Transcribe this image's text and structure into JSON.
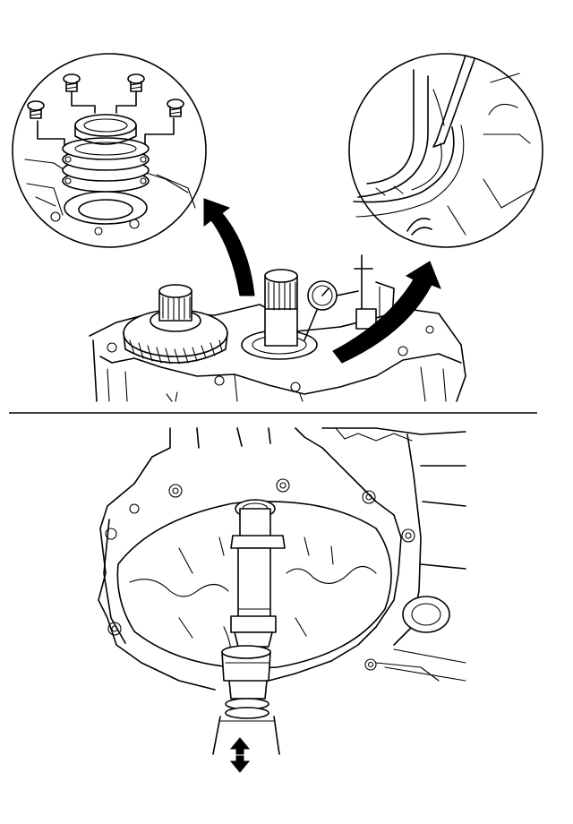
{
  "figure": {
    "panels": [
      {
        "id": "top",
        "callouts": [
          "shim-stack-detail",
          "seal-pick-detail"
        ]
      },
      {
        "id": "bottom",
        "motion_indicator": "up-down-arrows"
      }
    ],
    "colors": {
      "line": "#000000",
      "background": "#ffffff"
    }
  }
}
